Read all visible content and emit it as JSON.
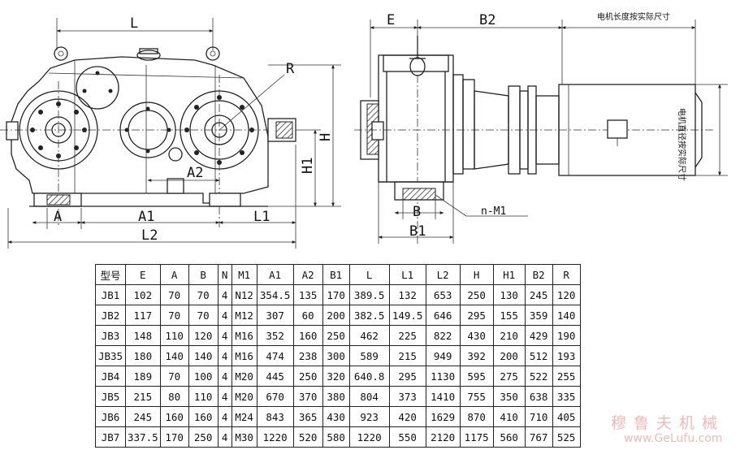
{
  "drawing": {
    "front_labels": {
      "L": "L",
      "R": "R",
      "A2": "A2",
      "H": "H",
      "H1": "H1",
      "A": "A",
      "A1": "A1",
      "L1": "L1",
      "L2": "L2"
    },
    "side_labels": {
      "E": "E",
      "B2": "B2",
      "B": "B",
      "B1": "B1",
      "nM1": "n-M1"
    },
    "notes": {
      "motor_length": "电机长度按实际尺寸",
      "motor_diameter": "电机直径按实际尺寸"
    }
  },
  "table": {
    "headers": [
      "型号",
      "E",
      "A",
      "B",
      "N",
      "M1",
      "A1",
      "A2",
      "B1",
      "L",
      "L1",
      "L2",
      "H",
      "H1",
      "B2",
      "R"
    ],
    "rows": [
      [
        "JB1",
        "102",
        "70",
        "70",
        "4",
        "N12",
        "354.5",
        "135",
        "170",
        "389.5",
        "132",
        "653",
        "250",
        "130",
        "245",
        "120"
      ],
      [
        "JB2",
        "117",
        "70",
        "70",
        "4",
        "M12",
        "307",
        "60",
        "200",
        "382.5",
        "149.5",
        "646",
        "295",
        "155",
        "359",
        "140"
      ],
      [
        "JB3",
        "148",
        "110",
        "120",
        "4",
        "M16",
        "352",
        "160",
        "250",
        "462",
        "225",
        "822",
        "430",
        "210",
        "429",
        "190"
      ],
      [
        "JB35",
        "180",
        "140",
        "140",
        "4",
        "M16",
        "474",
        "238",
        "300",
        "589",
        "215",
        "949",
        "392",
        "200",
        "512",
        "193"
      ],
      [
        "JB4",
        "189",
        "70",
        "100",
        "4",
        "M20",
        "445",
        "250",
        "320",
        "640.8",
        "295",
        "1130",
        "595",
        "275",
        "522",
        "255"
      ],
      [
        "JB5",
        "215",
        "80",
        "110",
        "4",
        "M20",
        "670",
        "370",
        "380",
        "804",
        "373",
        "1410",
        "755",
        "350",
        "638",
        "335"
      ],
      [
        "JB6",
        "245",
        "160",
        "160",
        "4",
        "M24",
        "843",
        "365",
        "430",
        "923",
        "420",
        "1629",
        "870",
        "410",
        "710",
        "405"
      ],
      [
        "JB7",
        "337.5",
        "170",
        "250",
        "4",
        "M30",
        "1220",
        "520",
        "580",
        "1220",
        "550",
        "2120",
        "1175",
        "560",
        "767",
        "525"
      ]
    ]
  },
  "watermark": {
    "text": "穆鲁夫机械",
    "url": "www.GeLufu.com"
  }
}
